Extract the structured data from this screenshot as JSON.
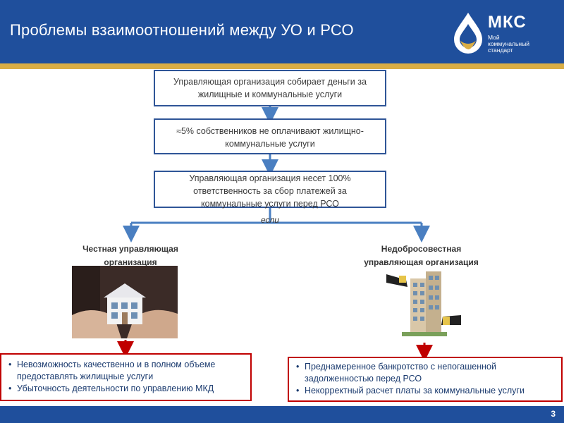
{
  "header": {
    "title": "Проблемы взаимоотношений между УО и РСО",
    "logo": {
      "name": "МКС",
      "tagline": [
        "Мой",
        "коммунальный",
        "стандарт"
      ]
    }
  },
  "flow": {
    "box1": [
      "Управляющая организация собирает деньги за",
      "жилищные и коммунальные услуги"
    ],
    "box2": [
      "≈5% собственников не оплачивают жилищно-",
      "коммунальные услуги"
    ],
    "box3": [
      "Управляющая организация несет 100%",
      "ответственность за сбор платежей за",
      "коммунальные услуги перед РСО"
    ],
    "branch_label": "если"
  },
  "branches": {
    "honest": {
      "title": [
        "Честная управляющая",
        "организация"
      ],
      "issues": [
        "Невозможность качественно и в полном объеме предоставлять жилищные услуги",
        "Убыточность деятельности по управлению МКД"
      ]
    },
    "dishonest": {
      "title": [
        "Недобросовестная",
        "управляющая организация"
      ],
      "issues": [
        "Преднамеренное банкротство с непогашенной задолженностью перед РСО",
        "Некорректный расчет платы за коммунальные услуги"
      ]
    }
  },
  "footer": {
    "page_number": "3"
  },
  "colors": {
    "header_blue": "#1f4f9c",
    "accent_gold": "#d9ad45",
    "box_border": "#2f5597",
    "connector_blue": "#4a7fc1",
    "alert_red": "#c00000"
  }
}
